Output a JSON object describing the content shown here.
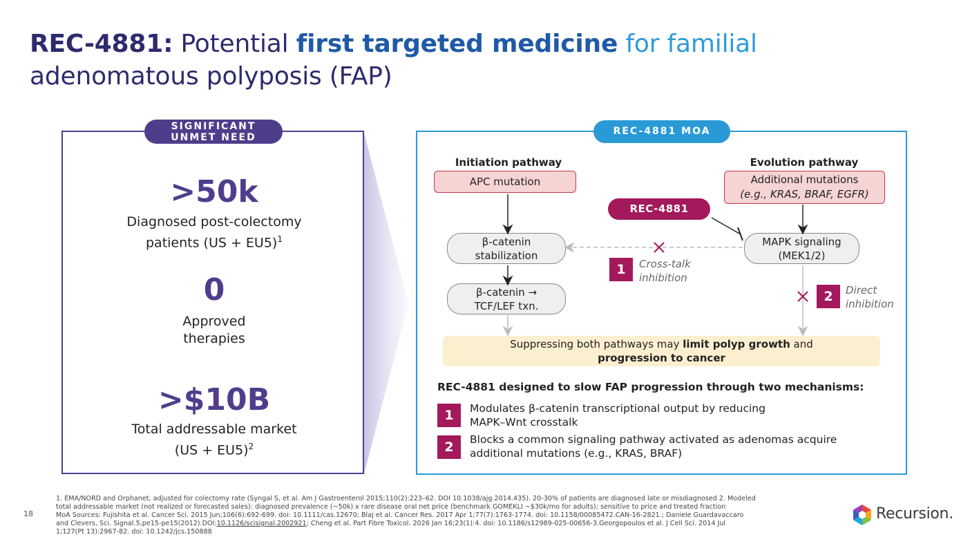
{
  "title": {
    "part1": "REC-4881:",
    "part2": " Potential ",
    "part3": "first targeted medicine",
    "part4": " for familial",
    "line2": "adenomatous polyposis (FAP)"
  },
  "left_panel": {
    "pill_line1": "SIGNIFICANT",
    "pill_line2": "UNMET NEED",
    "stats": [
      {
        "value": ">50k",
        "desc_line1": "Diagnosed post-colectomy",
        "desc_line2": "patients (US + EU5)",
        "sup": "1"
      },
      {
        "value": "0",
        "desc_line1": "Approved",
        "desc_line2": "therapies",
        "sup": ""
      },
      {
        "value": ">$10B",
        "desc_line1": "Total addressable market",
        "desc_line2": "(US + EU5)",
        "sup": "2"
      }
    ]
  },
  "right_panel": {
    "pill": "REC-4881 MOA",
    "initiation_head": "Initiation pathway",
    "evolution_head": "Evolution pathway",
    "apc": "APC mutation",
    "additional_line1": "Additional mutations",
    "additional_line2": "(e.g., KRAS, BRAF, EGFR)",
    "rec_pill": "REC-4881",
    "bcat_stab_line1": "β-catenin",
    "bcat_stab_line2": "stabilization",
    "bcat_tcf_line1": "β-catenin →",
    "bcat_tcf_line2": "TCF/LEF txn.",
    "mapk_line1": "MAPK signaling",
    "mapk_line2": "(MEK1/2)",
    "crosstalk_num": "1",
    "crosstalk_line1": "Cross-talk",
    "crosstalk_line2": "inhibition",
    "direct_num": "2",
    "direct_line1": "Direct",
    "direct_line2": "inhibition",
    "suppress_pre": "Suppressing both pathways may ",
    "suppress_bold": "limit polyp growth",
    "suppress_post": " and",
    "suppress_line2": "progression to cancer",
    "mech_head": "REC-4881 designed to slow FAP progression through two mechanisms:",
    "mechanisms": [
      {
        "num": "1",
        "line1": "Modulates β-catenin transcriptional output by reducing",
        "line2": "MAPK–Wnt crosstalk"
      },
      {
        "num": "2",
        "line1": "Blocks a common signaling pathway activated as adenomas acquire",
        "line2": "additional mutations (e.g., KRAS, BRAF)"
      }
    ]
  },
  "footer": {
    "page_number": "18",
    "fn_line1": "1. EMA/NORD and Orphanet, adjusted for colectomy rate (Syngal S, et al. Am J Gastroenterol 2015;110(2):223–62. DOI 10.1038/ajg.2014.435). 20-30% of patients are diagnosed late or misdiagnosed 2. Modeled",
    "fn_line2": "total addressable market (not realized or forecasted sales): diagnosed prevalence (~50k) x rare disease oral net price (benchmark GOMEKLI ~$30k/mo for adults); sensitive to price and treated fraction",
    "fn_line3": "MoA Sources: Fujishita et al. Cancer Sci. 2015 Jun;106(6):692-699. doi: 10.1111/cas.12670; Blaj et al. Cancer Res. 2017 Apr 1;77(7):1763-1774. doi: 10.1158/00085472.CAN-16-2821.; Daniele Guardavaccaro",
    "fn_line4_pre": "and Clevers, Sci. Signal.5,pe15-pe15(2012).DOI:",
    "fn_line4_link": "10.1126/scisignal.2002921",
    "fn_line4_post": "; Cheng et al. Part Fibre Toxicol. 2026 Jan 16;23(1):4. doi: 10.1186/s12989-025-00656-3.Georgopoulos et al. J Cell Sci. 2014 Jul",
    "fn_line5": "1;127(Pt 13):2967-82. doi: 10.1242/jcs.150888",
    "logo": "Recursion."
  },
  "colors": {
    "navy": "#2d2a6e",
    "purple": "#4f3d8c",
    "blue": "#2a9ad6",
    "magenta": "#a3195b",
    "pink_fill": "#f6d4d4",
    "pink_border": "#c0384b",
    "cream": "#fcefd0"
  }
}
